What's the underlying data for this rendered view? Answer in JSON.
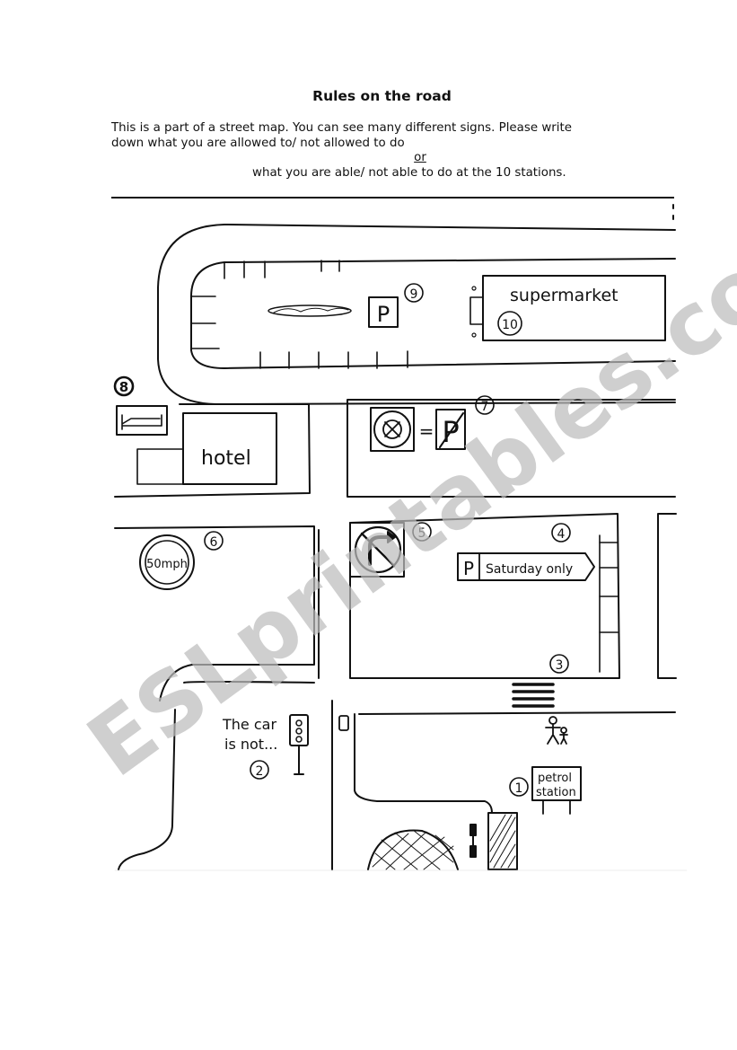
{
  "worksheet": {
    "title": "Rules on the road",
    "intro_line1": "This is a part of a street map. You can see many different signs. Please write",
    "intro_line2": "down what you are allowed to/ not allowed to do",
    "intro_or": "or",
    "intro_line3": "what you are able/ not able to do at the 10 stations."
  },
  "map": {
    "labels": {
      "supermarket": "supermarket",
      "hotel": "hotel",
      "speed_sign": "50mph",
      "parking_p": "P",
      "parking_sat": "Saturday only",
      "car_text_1": "The car",
      "car_text_2": "is not...",
      "petrol_1": "petrol",
      "petrol_2": "station",
      "equals": "="
    },
    "stations": [
      "1",
      "2",
      "3",
      "4",
      "5",
      "6",
      "7",
      "8",
      "9",
      "10"
    ]
  },
  "watermark": "ESLprintables.com",
  "colors": {
    "ink": "#111111",
    "watermark": "#bdbdbd"
  }
}
